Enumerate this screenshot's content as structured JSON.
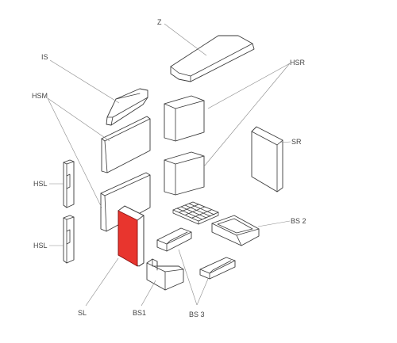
{
  "colors": {
    "line": "#3a3a3a",
    "leader": "#8a8a8a",
    "highlight": "#e8352e",
    "background": "#ffffff"
  },
  "highlighted_part": "SL",
  "labels": {
    "z": "Z",
    "is": "IS",
    "hsr": "HSR",
    "hsm": "HSM",
    "sr": "SR",
    "hsl_top": "HSL",
    "hsl_bottom": "HSL",
    "bs2": "BS 2",
    "sl": "SL",
    "bs1": "BS1",
    "bs3": "BS 3"
  }
}
